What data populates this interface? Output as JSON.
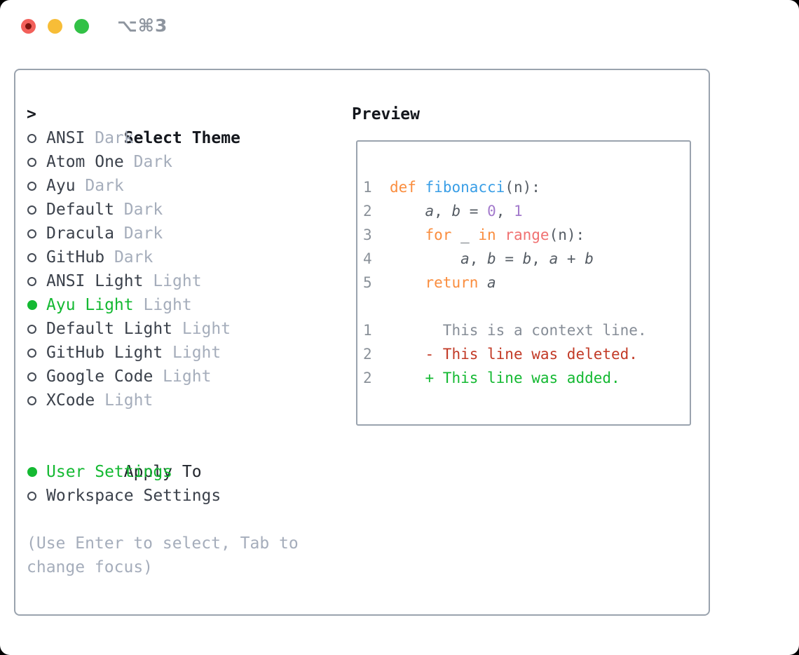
{
  "titlebar": {
    "shortcut": "⌥⌘3",
    "traffic_colors": {
      "close": "#f2605a",
      "minimize": "#f7bd37",
      "zoom": "#32c146"
    }
  },
  "colors": {
    "border": "#9aa3ae",
    "selection_green": "#14b932",
    "muted": "#a5adbb",
    "keyword_orange": "#fa8d3e",
    "function_blue": "#399ee6",
    "constant_purple": "#a37acc",
    "range_coral": "#f07171",
    "deleted_red": "#c23a26",
    "line_number_gray": "#8a9199"
  },
  "theme_list": {
    "cursor": ">",
    "header": "Select Theme",
    "items": [
      {
        "name": "ANSI",
        "variant": "Dark",
        "selected": false
      },
      {
        "name": "Atom One",
        "variant": "Dark",
        "selected": false
      },
      {
        "name": "Ayu",
        "variant": "Dark",
        "selected": false
      },
      {
        "name": "Default",
        "variant": "Dark",
        "selected": false
      },
      {
        "name": "Dracula",
        "variant": "Dark",
        "selected": false
      },
      {
        "name": "GitHub",
        "variant": "Dark",
        "selected": false
      },
      {
        "name": "ANSI Light",
        "variant": "Light",
        "selected": false
      },
      {
        "name": "Ayu Light",
        "variant": "Light",
        "selected": true
      },
      {
        "name": "Default Light",
        "variant": "Light",
        "selected": false
      },
      {
        "name": "GitHub Light",
        "variant": "Light",
        "selected": false
      },
      {
        "name": "Google Code",
        "variant": "Light",
        "selected": false
      },
      {
        "name": "XCode",
        "variant": "Light",
        "selected": false
      }
    ]
  },
  "apply_to": {
    "header": "Apply To",
    "options": [
      {
        "label": "User Settings",
        "selected": true
      },
      {
        "label": "Workspace Settings",
        "selected": false
      }
    ]
  },
  "hints": {
    "0": "(Use Enter to select, Tab to",
    "1": "change focus)"
  },
  "preview": {
    "header": "Preview",
    "lines": [
      {
        "segments": [
          {
            "t": "1  ",
            "c": "ln"
          },
          {
            "t": "def",
            "c": "kw"
          },
          {
            "t": " ",
            "c": "fg"
          },
          {
            "t": "fibonacci",
            "c": "fn"
          },
          {
            "t": "(n):",
            "c": "fg"
          }
        ]
      },
      {
        "segments": [
          {
            "t": "2  ",
            "c": "ln"
          },
          {
            "t": "    ",
            "c": "fg"
          },
          {
            "t": "a",
            "c": "var"
          },
          {
            "t": ", ",
            "c": "fg"
          },
          {
            "t": "b",
            "c": "var"
          },
          {
            "t": " = ",
            "c": "fg"
          },
          {
            "t": "0",
            "c": "num"
          },
          {
            "t": ", ",
            "c": "fg"
          },
          {
            "t": "1",
            "c": "num"
          }
        ]
      },
      {
        "segments": [
          {
            "t": "3  ",
            "c": "ln"
          },
          {
            "t": "    ",
            "c": "fg"
          },
          {
            "t": "for",
            "c": "kw"
          },
          {
            "t": " _ ",
            "c": "fg"
          },
          {
            "t": "in",
            "c": "kw"
          },
          {
            "t": " ",
            "c": "fg"
          },
          {
            "t": "range",
            "c": "rng"
          },
          {
            "t": "(n):",
            "c": "fg"
          }
        ]
      },
      {
        "segments": [
          {
            "t": "4  ",
            "c": "ln"
          },
          {
            "t": "        ",
            "c": "fg"
          },
          {
            "t": "a",
            "c": "var"
          },
          {
            "t": ", ",
            "c": "fg"
          },
          {
            "t": "b",
            "c": "var"
          },
          {
            "t": " = ",
            "c": "fg"
          },
          {
            "t": "b",
            "c": "var"
          },
          {
            "t": ", ",
            "c": "fg"
          },
          {
            "t": "a",
            "c": "var"
          },
          {
            "t": " + ",
            "c": "fg"
          },
          {
            "t": "b",
            "c": "var"
          }
        ]
      },
      {
        "segments": [
          {
            "t": "5  ",
            "c": "ln"
          },
          {
            "t": "    ",
            "c": "fg"
          },
          {
            "t": "return",
            "c": "kw"
          },
          {
            "t": " ",
            "c": "fg"
          },
          {
            "t": "a",
            "c": "var"
          }
        ]
      },
      {
        "segments": []
      },
      {
        "segments": [
          {
            "t": "1  ",
            "c": "ln"
          },
          {
            "t": "      This is a context line.",
            "c": "ctx"
          }
        ]
      },
      {
        "segments": [
          {
            "t": "2  ",
            "c": "ln"
          },
          {
            "t": "    - This line was deleted.",
            "c": "del"
          }
        ]
      },
      {
        "segments": [
          {
            "t": "2  ",
            "c": "ln"
          },
          {
            "t": "    + This line was added.",
            "c": "add"
          }
        ]
      }
    ]
  }
}
